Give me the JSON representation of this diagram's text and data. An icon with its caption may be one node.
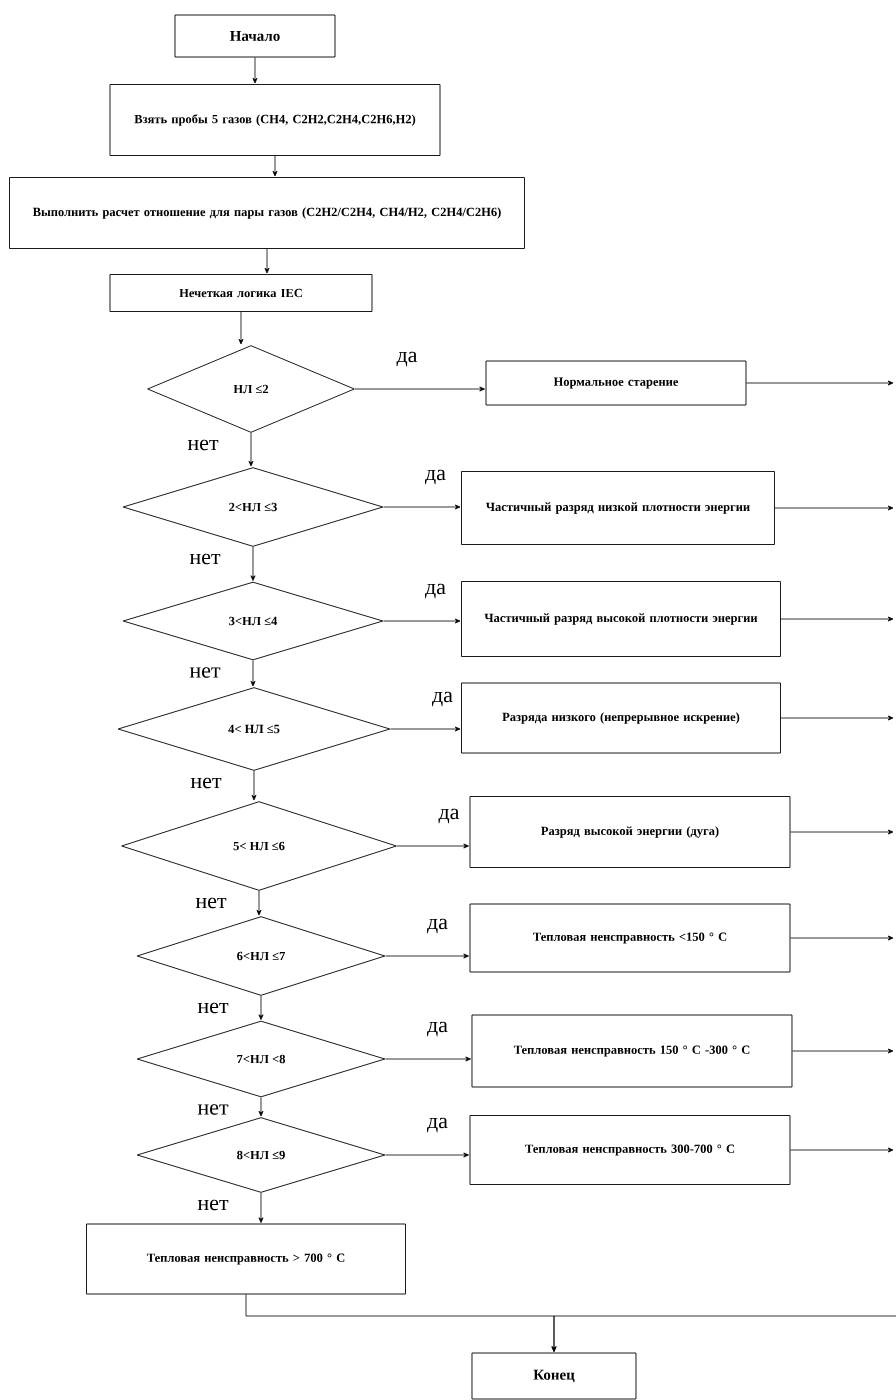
{
  "diagram": {
    "nodes": [
      {
        "text": [
          "Начало"
        ]
      },
      {
        "text": [
          "Взять пробы 5 газов (CH4, C2H2,C2H4,C2H6,H2)"
        ]
      },
      {
        "text": [
          "Выполнить расчет отношение для пары газов (C2H2/C2H4, CH4/H2, C2H4/C2H6)"
        ]
      },
      {
        "text": [
          "Нечеткая логика IEC"
        ]
      },
      {
        "text": [
          "НЛ ≤2"
        ]
      },
      {
        "text": [
          "Нормальное старение"
        ]
      },
      {
        "text": [
          "2<НЛ ≤3"
        ]
      },
      {
        "text": [
          "Частичный разряд низкой плотности энергии"
        ]
      },
      {
        "text": [
          "3<НЛ ≤4"
        ]
      },
      {
        "text": [
          "Частичный разряд высокой плотности энергии"
        ]
      },
      {
        "text": [
          "4< НЛ ≤5"
        ]
      },
      {
        "text": [
          "Разряда низкого (непрерывное искрение)"
        ]
      },
      {
        "text": [
          "5< НЛ ≤6"
        ]
      },
      {
        "text": [
          "Разряд высокой энергии (дуга)"
        ]
      },
      {
        "text": [
          "6<НЛ ≤7"
        ]
      },
      {
        "text": [
          "Тепловая ненсправность <150 ° C"
        ]
      },
      {
        "text": [
          "7<НЛ <8"
        ]
      },
      {
        "text": [
          "Тепловая ненсправность 150 ° C -300 ° C"
        ]
      },
      {
        "text": [
          "8<НЛ ≤9"
        ]
      },
      {
        "text": [
          "Тепловая ненсправность 300-700 ° C"
        ]
      },
      {
        "text": [
          "Тепловая ненсправность > 700 ° C"
        ]
      },
      {
        "text": [
          "Конец"
        ]
      }
    ],
    "edges": [
      {
        "from": 0,
        "to": 1,
        "arrow": "to"
      },
      {
        "from": 1,
        "to": 2,
        "arrow": "to"
      },
      {
        "from": 2,
        "to": 3,
        "arrow": "to"
      },
      {
        "from": 3,
        "to": 4,
        "arrow": "to"
      },
      {
        "from": 4,
        "to": 5,
        "arrow": "to",
        "label": "да"
      },
      {
        "from": 4,
        "to": 6,
        "arrow": "to",
        "label": "нет"
      },
      {
        "from": 6,
        "to": 7,
        "arrow": "to",
        "label": "да"
      },
      {
        "from": 6,
        "to": 8,
        "arrow": "to",
        "label": "нет"
      },
      {
        "from": 8,
        "to": 9,
        "arrow": "to",
        "label": "да"
      },
      {
        "from": 8,
        "to": 10,
        "arrow": "to",
        "label": "нет"
      },
      {
        "from": 10,
        "to": 11,
        "arrow": "to",
        "label": "да"
      },
      {
        "from": 10,
        "to": 12,
        "arrow": "to",
        "label": "нет"
      },
      {
        "from": 12,
        "to": 13,
        "arrow": "to",
        "label": "да"
      },
      {
        "from": 12,
        "to": 14,
        "arrow": "to",
        "label": "нет"
      },
      {
        "from": 14,
        "to": 15,
        "arrow": "to",
        "label": "да"
      },
      {
        "from": 14,
        "to": 16,
        "arrow": "to",
        "label": "нет"
      },
      {
        "from": 16,
        "to": 17,
        "arrow": "to",
        "label": "да"
      },
      {
        "from": 16,
        "to": 18,
        "arrow": "to",
        "label": "нет"
      },
      {
        "from": 18,
        "to": 19,
        "arrow": "to",
        "label": "да"
      },
      {
        "from": 18,
        "to": 20,
        "arrow": "to",
        "label": "нет"
      },
      {
        "from": 5,
        "to": null,
        "arrow": "to"
      },
      {
        "from": 7,
        "to": null,
        "arrow": "to"
      },
      {
        "from": 9,
        "to": null,
        "arrow": "to"
      },
      {
        "from": 11,
        "to": null,
        "arrow": "to"
      },
      {
        "from": 13,
        "to": null,
        "arrow": "to"
      },
      {
        "from": 15,
        "to": null,
        "arrow": "to"
      },
      {
        "from": 17,
        "to": null,
        "arrow": "to"
      },
      {
        "from": 19,
        "to": null,
        "arrow": "to"
      },
      {
        "from": 20,
        "to": 21,
        "arrow": "to"
      },
      {
        "from": null,
        "to": 21,
        "arrow": "to"
      }
    ]
  }
}
